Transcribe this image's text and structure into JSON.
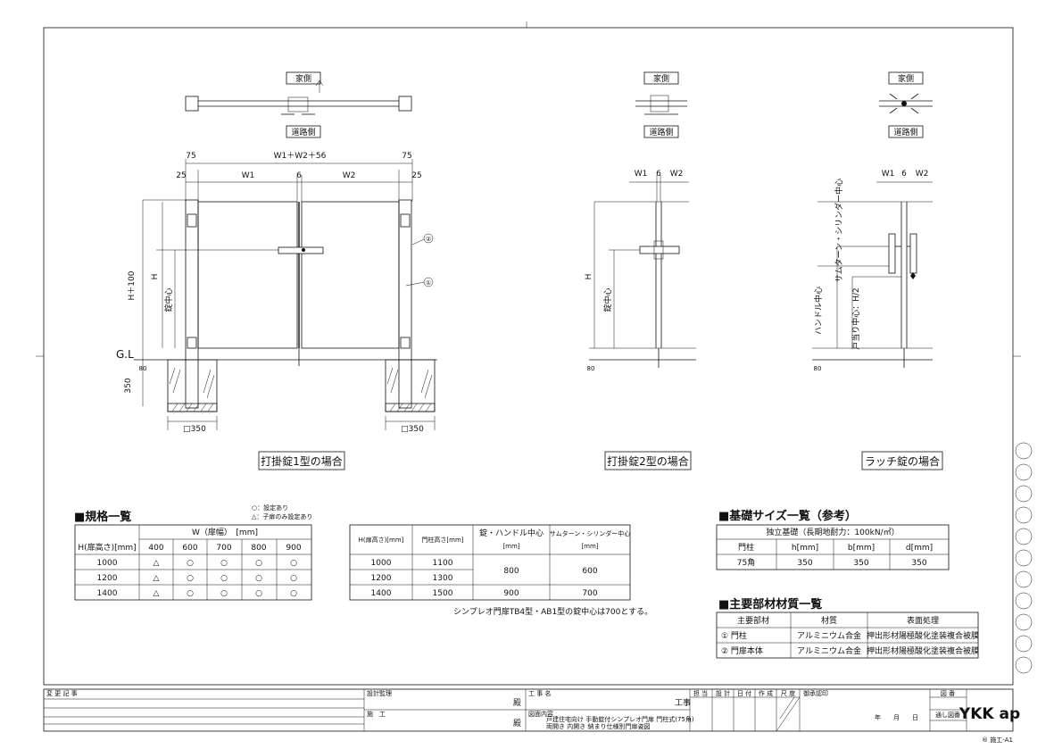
{
  "side_labels": {
    "house": "家側",
    "road": "道路側"
  },
  "views": {
    "type1": {
      "title": "打掛錠1型の場合",
      "dim_top": "W1＋W2＋56",
      "post_w": "75",
      "offset": "25",
      "w1": "W1",
      "gap": "6",
      "w2": "W2",
      "h_total": "H＋100",
      "h": "H",
      "lock_center": "錠中心",
      "gl": "G.L",
      "d80": "80",
      "d350": "350",
      "foundation": "□350",
      "marker1": "①",
      "marker2": "②"
    },
    "type2": {
      "title": "打掛錠2型の場合",
      "w1": "W1",
      "gap": "6",
      "w2": "W2",
      "h": "H",
      "lock_center": "錠中心",
      "d80": "80"
    },
    "latch": {
      "title": "ラッチ錠の場合",
      "w1": "W1",
      "gap": "6",
      "w2": "W2",
      "thumbturn": "サムターン・シリンダー中心",
      "handle": "ハンドル中心",
      "stopper": "戸当り中心：H/2",
      "d80": "80"
    }
  },
  "spec_table": {
    "heading": "■規格一覧",
    "legend": [
      "○：設定あり",
      "△：子扉のみ設定あり"
    ],
    "col_group": "W（扉幅）　[mm]",
    "row_header": "H(扉高さ)[mm]",
    "widths": [
      "400",
      "600",
      "700",
      "800",
      "900"
    ],
    "rows": [
      {
        "h": "1000",
        "cells": [
          "△",
          "○",
          "○",
          "○",
          "○"
        ]
      },
      {
        "h": "1200",
        "cells": [
          "△",
          "○",
          "○",
          "○",
          "○"
        ]
      },
      {
        "h": "1400",
        "cells": [
          "△",
          "○",
          "○",
          "○",
          "○"
        ]
      }
    ]
  },
  "post_table": {
    "headers": [
      "H(扉高さ)[mm]",
      "門柱高さ[mm]",
      "錠・ハンドル中心",
      "サムターン・シリンダー中心"
    ],
    "unit": "[mm]",
    "rows": [
      {
        "h": "1000",
        "post": "1100"
      },
      {
        "h": "1200",
        "post": "1300"
      },
      {
        "h": "1400",
        "post": "1500"
      }
    ],
    "merged": [
      {
        "lock": "800",
        "thumb": "600"
      },
      {
        "lock": "900",
        "thumb": "700"
      }
    ],
    "note": "シンプレオ門扉TB4型・AB1型の錠中心は700とする。"
  },
  "foundation_table": {
    "heading": "■基礎サイズ一覧（参考）",
    "subtitle": "独立基礎（長期地耐力：100kN/㎡）",
    "headers": [
      "門柱",
      "h[mm]",
      "b[mm]",
      "d[mm]"
    ],
    "row": [
      "75角",
      "350",
      "350",
      "350"
    ]
  },
  "material_table": {
    "heading": "■主要部材材質一覧",
    "headers": [
      "主要部材",
      "材質",
      "表面処理"
    ],
    "rows": [
      [
        "① 門柱",
        "アルミニウム合金",
        "押出形材陽極酸化塗装複合被膜"
      ],
      [
        "② 門扉本体",
        "アルミニウム合金",
        "押出形材陽極酸化塗装複合被膜"
      ]
    ]
  },
  "title_block": {
    "change_record": "変 更 記 事",
    "design_supervision": "設計監理",
    "construction": "施　工",
    "honorific": "殿",
    "work_name": "工 事 名",
    "work": "工事",
    "drawing_content": "図面内容",
    "content_line1": "戸建住宅向け 手動錠付シンプレオ門扉 門柱式(75角)",
    "content_line2": "両開き 内開き 納まり仕様別門扉姿図",
    "stamps": [
      "担 当",
      "設 計",
      "日 付",
      "作 成",
      "尺 度"
    ],
    "confirm": "御承認印",
    "date": "年　　月　　日",
    "drawing_no": "図 番",
    "serial_no": "通し図番",
    "brand": "YKK ap",
    "code": "® 施工-A1"
  }
}
